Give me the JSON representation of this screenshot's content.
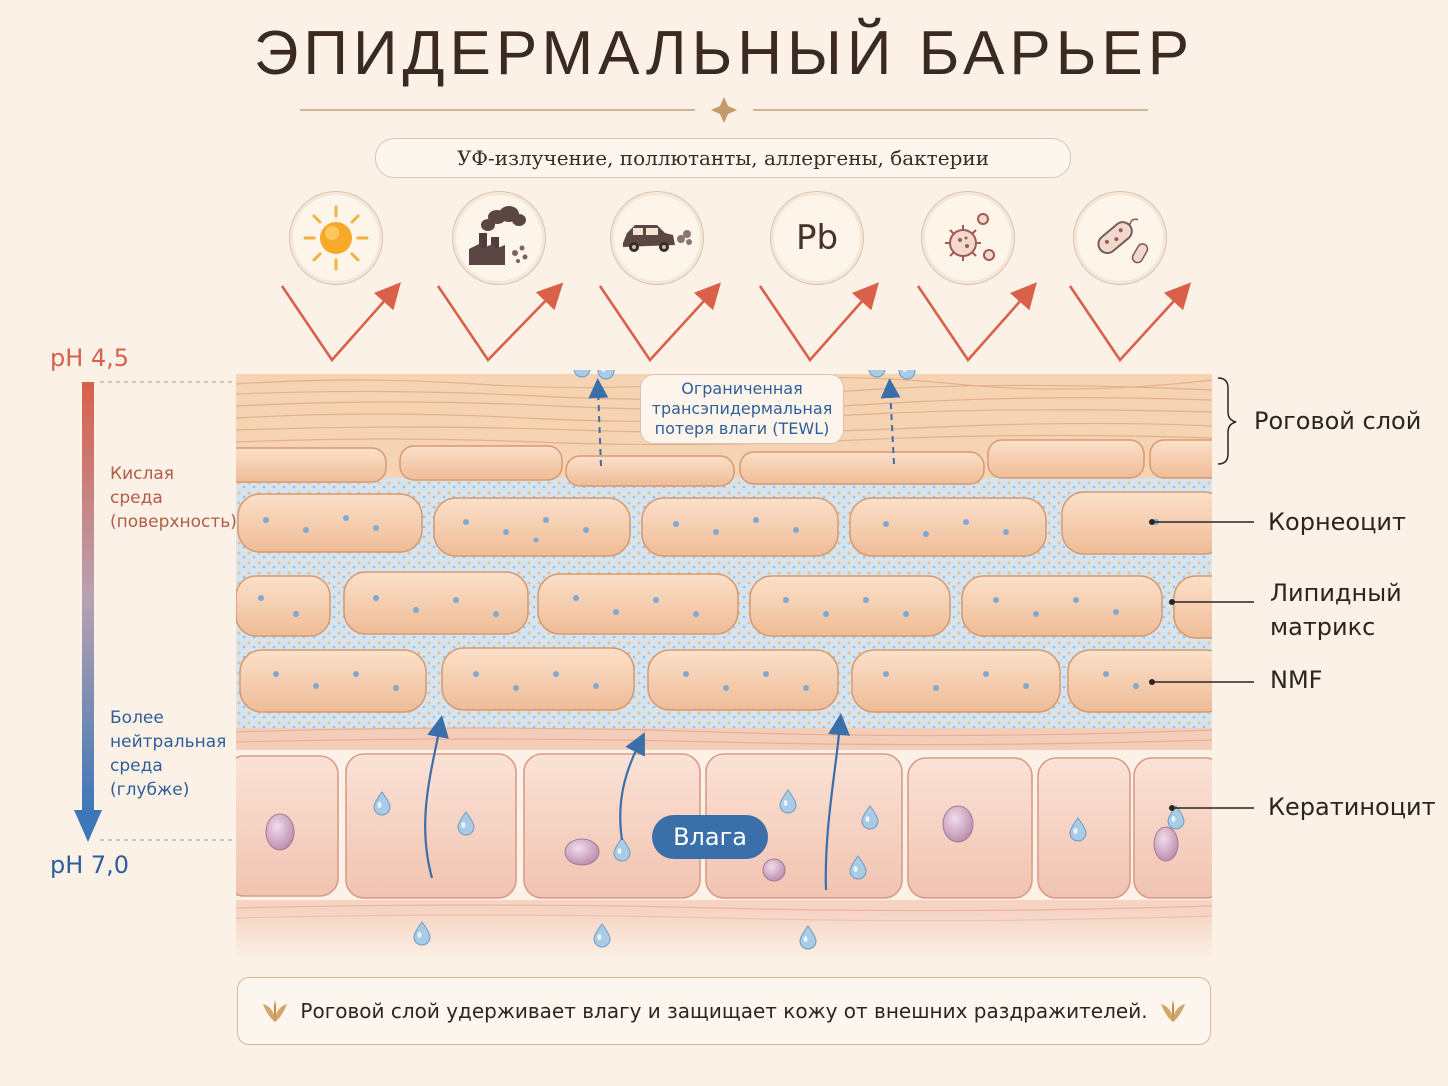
{
  "title": "ЭПИДЕРМАЛЬНЫЙ БАРЬЕР",
  "threats_label": "УФ-излучение, поллютанты, аллергены, бактерии",
  "icons": [
    {
      "name": "sun-icon"
    },
    {
      "name": "factory-smoke-icon"
    },
    {
      "name": "car-exhaust-icon"
    },
    {
      "name": "lead-icon",
      "text": "Pb"
    },
    {
      "name": "virus-icon"
    },
    {
      "name": "bacteria-icon"
    }
  ],
  "ph": {
    "top": "pH 4,5",
    "bottom": "pH 7,0",
    "acidic": [
      "Кислая",
      "среда",
      "(поверхность)"
    ],
    "neutral": [
      "Более",
      "нейтральная",
      "среда",
      "(глубже)"
    ]
  },
  "tewl": [
    "Ограниченная",
    "трансэпидермальная",
    "потеря влаги (TEWL)"
  ],
  "moisture": "Влага",
  "labels": {
    "stratum_corneum": "Роговой слой",
    "corneocyte": "Корнеоцит",
    "lipid_matrix": [
      "Липидный",
      "матрикс"
    ],
    "nmf": "NMF",
    "keratinocyte": "Кератиноцит"
  },
  "footer": "Роговой слой удерживает влагу и защищает кожу от внешних раздражителей.",
  "colors": {
    "background": "#fbf1e6",
    "acid": "#d9604a",
    "neutral": "#3d77b8",
    "arrow_red": "#d9614a",
    "cell": "#f6c9a6",
    "lipid": "#cfe0ec",
    "keratinocyte": "#f6cfc0",
    "nucleus": "#c99ab8",
    "moisture_blue": "#3a6faa"
  }
}
